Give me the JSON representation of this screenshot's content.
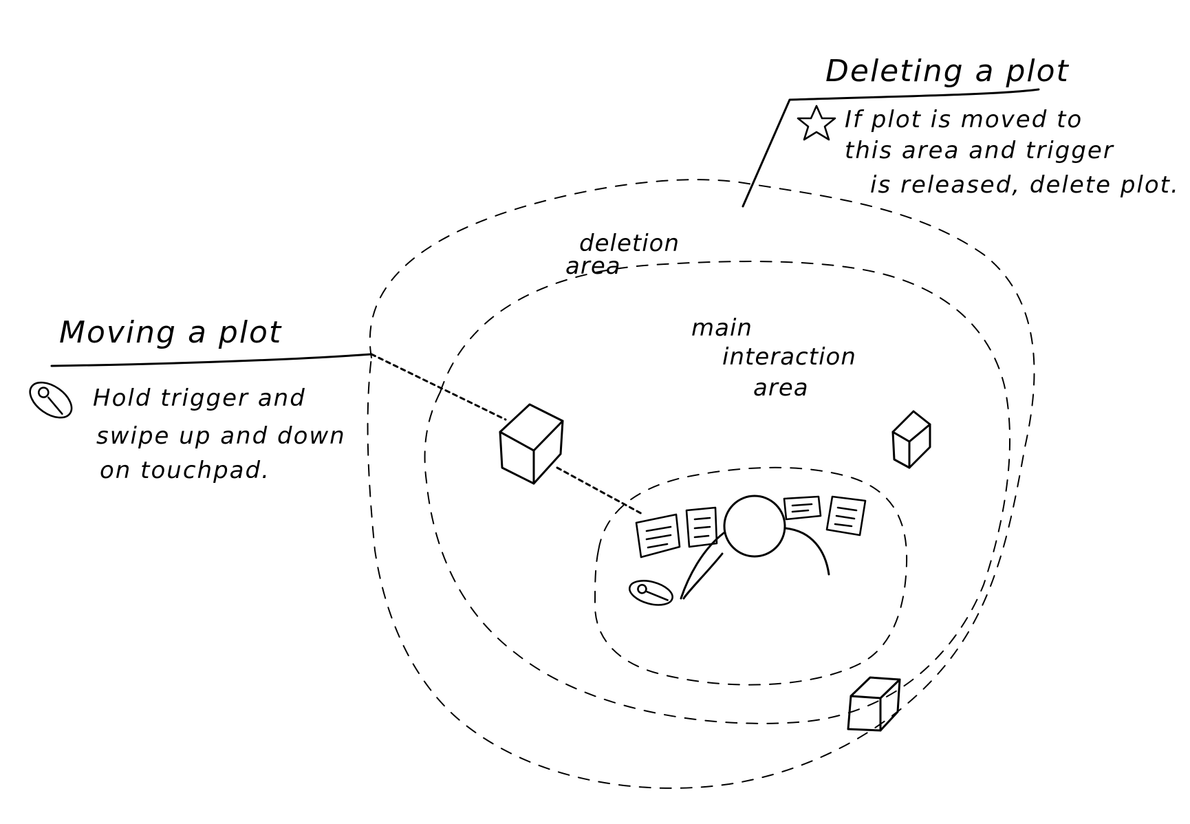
{
  "moving": {
    "title": "Moving a plot",
    "lines": [
      "Hold trigger and",
      "swipe up and down",
      "on touchpad."
    ],
    "icon": "controller-icon"
  },
  "deleting": {
    "title": "Deleting a plot",
    "lines": [
      "If plot is moved to",
      "this area and trigger",
      "is released, delete plot."
    ],
    "icon": "star-icon"
  },
  "zones": {
    "deletion_area": [
      "deletion",
      "area"
    ],
    "main_interaction_area": [
      "main",
      "interaction",
      "area"
    ]
  },
  "icons": [
    "controller-icon",
    "star-icon",
    "plot-cube-icon",
    "user-head-icon",
    "panel-icon"
  ]
}
